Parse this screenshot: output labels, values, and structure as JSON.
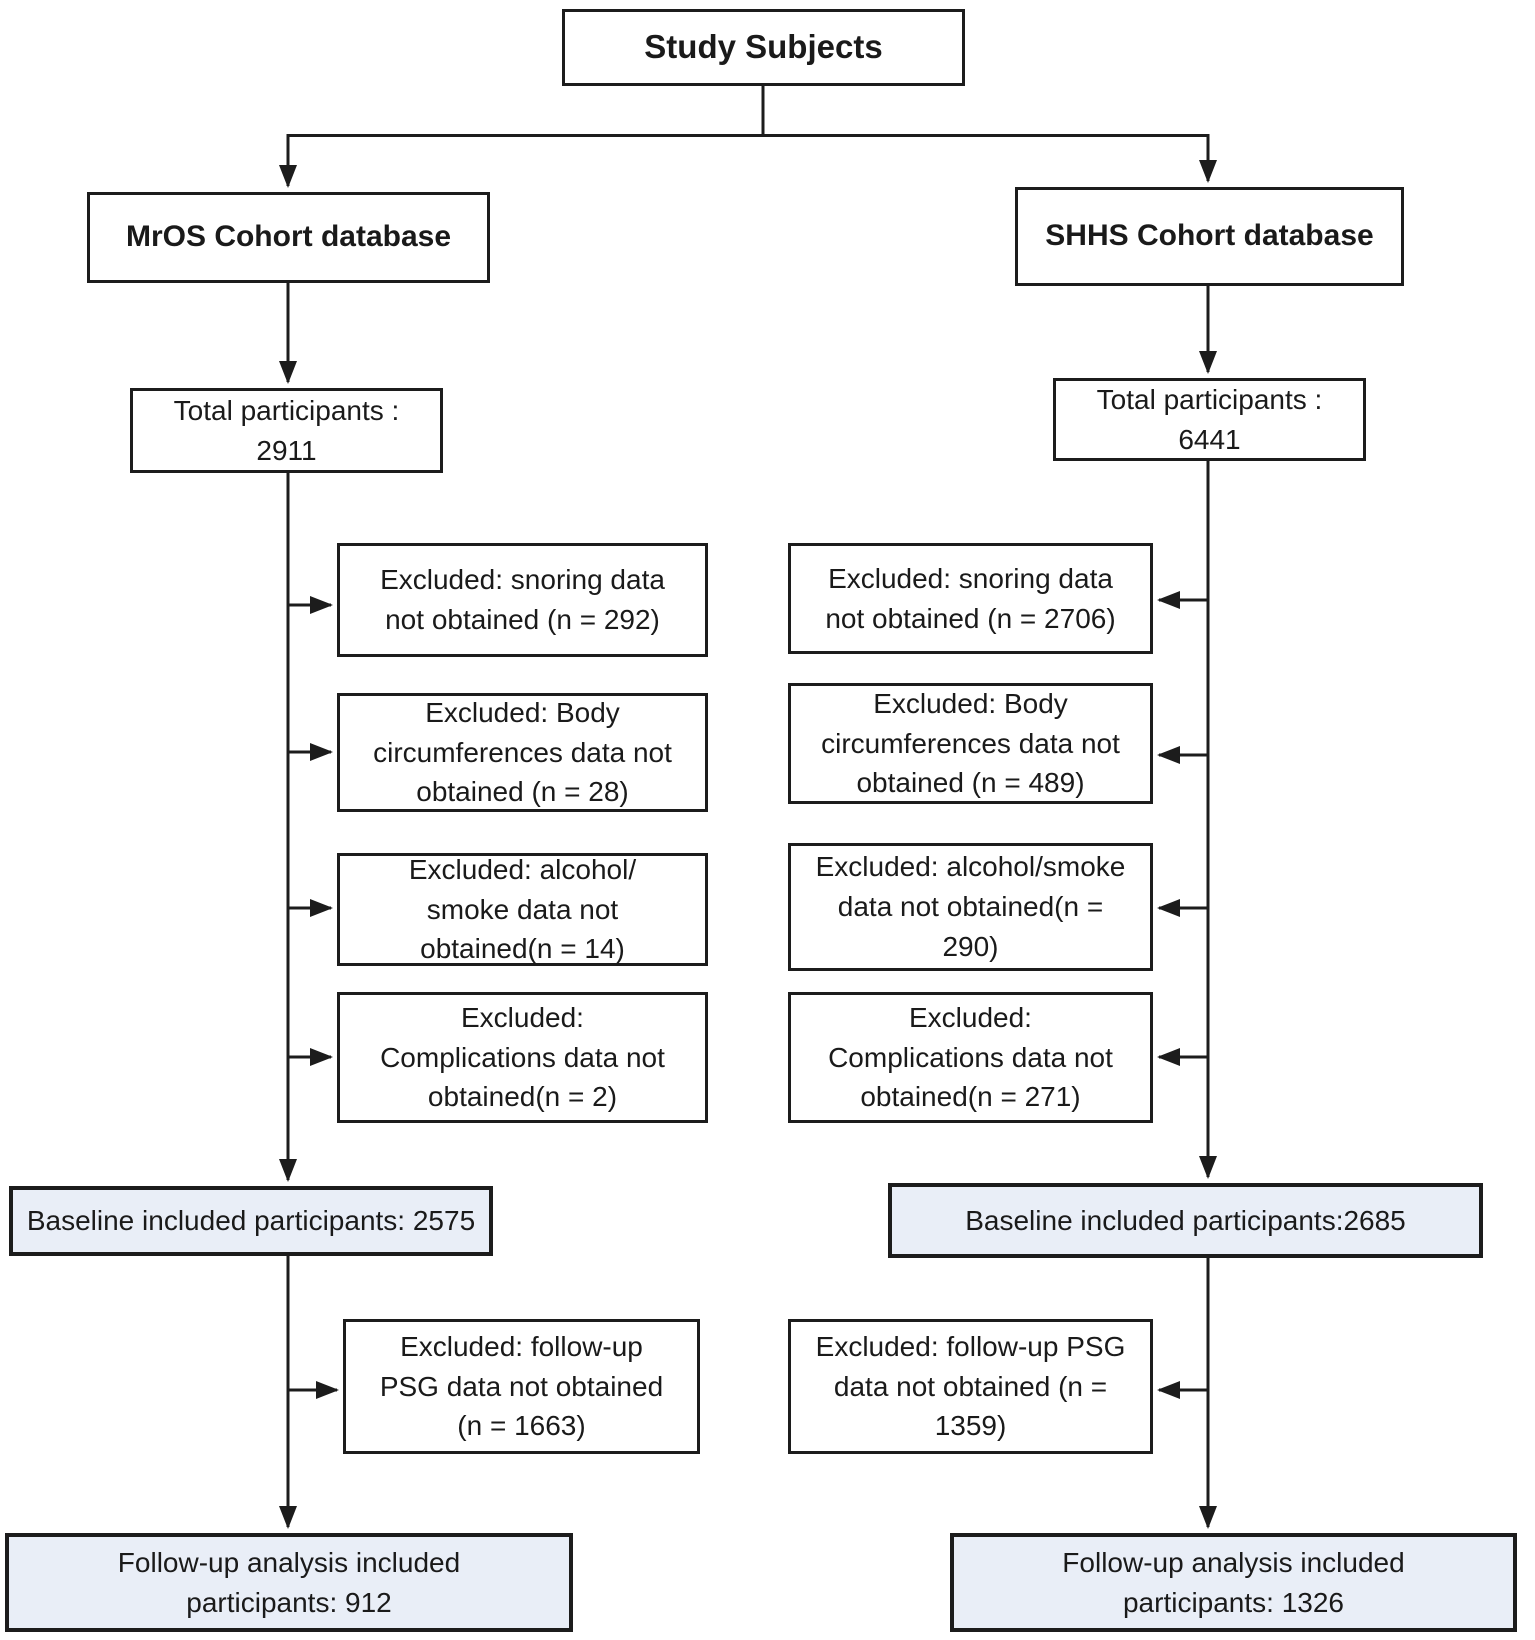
{
  "diagram": {
    "title": "Study Subjects",
    "left": {
      "cohort_label": "MrOS Cohort database",
      "total": "Total participants :\n2911",
      "exclusions": [
        "Excluded: snoring data\nnot obtained (n = 292)",
        "Excluded: Body\ncircumferences data not\nobtained (n = 28)",
        "Excluded: alcohol/\nsmoke data not\nobtained(n = 14)",
        "Excluded:\nComplications data not\nobtained(n = 2)"
      ],
      "baseline": "Baseline included participants: 2575",
      "followup_exclusion": "Excluded: follow-up\nPSG data not obtained\n(n = 1663)",
      "followup": "Follow-up analysis included\nparticipants: 912"
    },
    "right": {
      "cohort_label": "SHHS Cohort database",
      "total": "Total participants :\n6441",
      "exclusions": [
        "Excluded: snoring data\nnot obtained (n = 2706)",
        "Excluded: Body\ncircumferences data not\nobtained (n = 489)",
        "Excluded: alcohol/smoke\ndata not obtained(n =\n290)",
        "Excluded:\nComplications data not\nobtained(n = 271)"
      ],
      "baseline": "Baseline included participants:2685",
      "followup_exclusion": "Excluded: follow-up PSG\ndata not obtained (n =\n1359)",
      "followup": "Follow-up analysis included\nparticipants: 1326"
    }
  },
  "colors": {
    "line": "#1c1c1c",
    "box_border": "#1c1c1c",
    "box_fill": "#ffffff",
    "highlight_fill": "#e9eef7",
    "text": "#1a1a1a"
  }
}
